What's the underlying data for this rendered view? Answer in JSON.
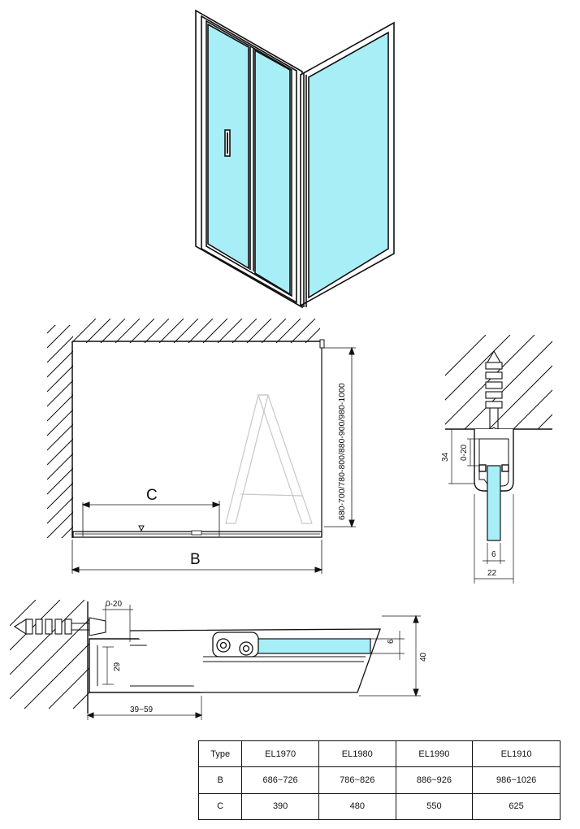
{
  "plan": {
    "label_c": "C",
    "label_b": "B",
    "height_range": "680-700/780-800/880-900/980-1000"
  },
  "profile": {
    "adjust": "0-20",
    "depth": "34",
    "glass": "6",
    "width": "22"
  },
  "section": {
    "adjust": "0-20",
    "inner": "29",
    "glass": "6",
    "height": "40",
    "range": "39~59"
  },
  "spec_table": {
    "headers": [
      "Type",
      "EL1970",
      "EL1980",
      "EL1990",
      "EL1910"
    ],
    "rows": [
      {
        "label": "B",
        "values": [
          "686~726",
          "786~826",
          "886~926",
          "986~1026"
        ]
      },
      {
        "label": "C",
        "values": [
          "390",
          "480",
          "550",
          "625"
        ]
      }
    ]
  },
  "colors": {
    "glass": "#a8eef6",
    "line": "#111111"
  }
}
